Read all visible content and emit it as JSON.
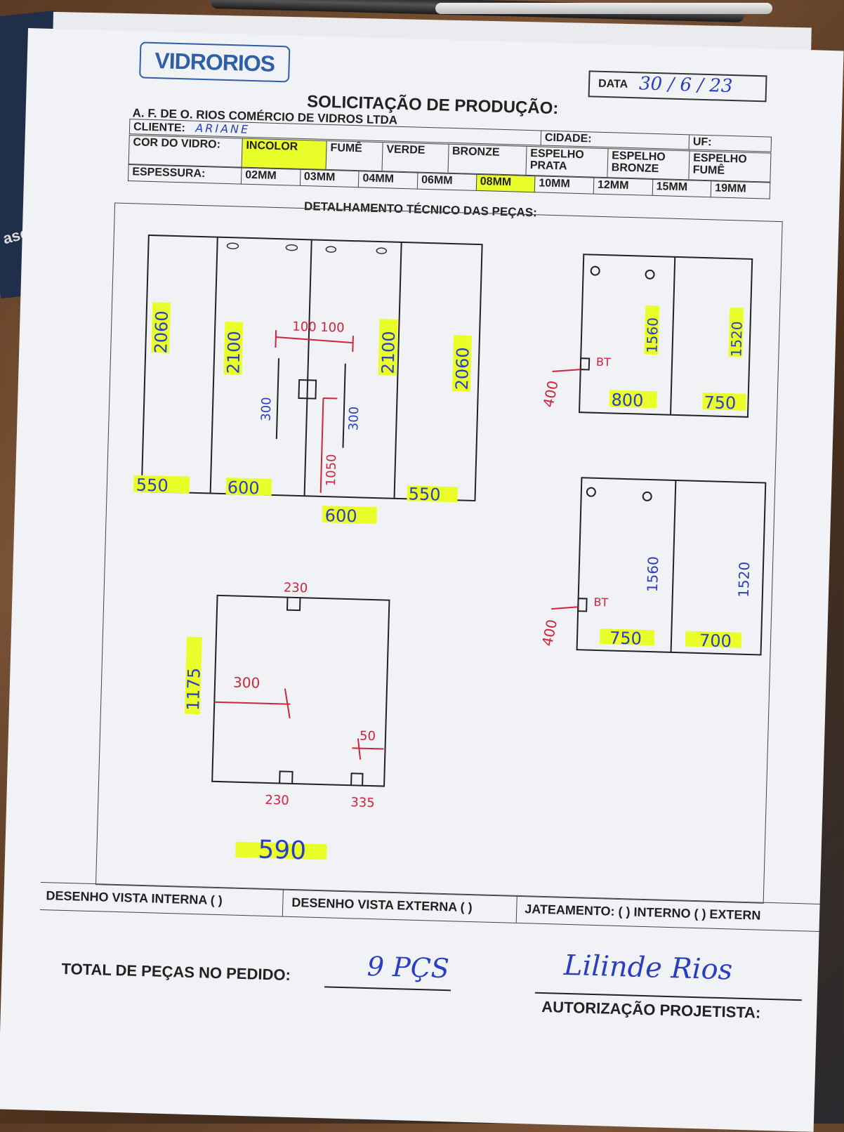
{
  "header": {
    "logo": "VIDRORIOS",
    "date_label": "DATA",
    "date_value": "30 / 6 / 23",
    "title": "SOLICITAÇÃO DE PRODUÇÃO:",
    "company": "A. F. DE O. RIOS COMÉRCIO DE VIDROS LTDA"
  },
  "form": {
    "cliente_label": "CLIENTE:",
    "cliente_value": "ARIANE",
    "cidade_label": "CIDADE:",
    "uf_label": "UF:",
    "cor_label": "COR DO VIDRO:",
    "cores": [
      "INCOLOR",
      "FUMÊ",
      "VERDE",
      "BRONZE",
      "ESPELHO PRATA",
      "ESPELHO BRONZE",
      "ESPELHO FUMÊ"
    ],
    "cor_selected": "INCOLOR",
    "espessura_label": "ESPESSURA:",
    "espessuras": [
      "02MM",
      "03MM",
      "04MM",
      "06MM",
      "08MM",
      "10MM",
      "12MM",
      "15MM",
      "19MM"
    ],
    "espessura_selected": "08MM"
  },
  "section_title": "DETALHAMENTO TÉCNICO DAS PEÇAS:",
  "drawing": {
    "main": {
      "widths": [
        "550",
        "600",
        "600",
        "550"
      ],
      "heights": [
        "2060",
        "2100",
        "2100",
        "2060"
      ],
      "annotations": [
        "100",
        "100",
        "300",
        "300",
        "1050"
      ]
    },
    "right_top": {
      "widths": [
        "800",
        "750"
      ],
      "heights": [
        "1560",
        "1520"
      ],
      "annotations": [
        "400",
        "BT"
      ]
    },
    "right_bottom": {
      "widths": [
        "750",
        "700"
      ],
      "heights": [
        "1560",
        "1520"
      ],
      "annotations": [
        "400",
        "BT"
      ]
    },
    "door": {
      "width": "590",
      "height": "1175",
      "annotations": [
        "230",
        "300",
        "50",
        "230",
        "335"
      ]
    }
  },
  "footer": {
    "vista_interna": "DESENHO VISTA INTERNA ( )",
    "vista_externa": "DESENHO VISTA EXTERNA ( )",
    "jateamento": "JATEAMENTO: ( ) INTERNO ( ) EXTERN",
    "total_label": "TOTAL DE PEÇAS NO PEDIDO:",
    "total_value": "9 PÇS",
    "auth_label": "AUTORIZAÇÃO PROJETISTA:",
    "signature": "Lilinde Rios"
  },
  "colors": {
    "ink_blue": "#2a3ec4",
    "ink_red": "#d0243a",
    "highlighter": "#eaff2a"
  }
}
